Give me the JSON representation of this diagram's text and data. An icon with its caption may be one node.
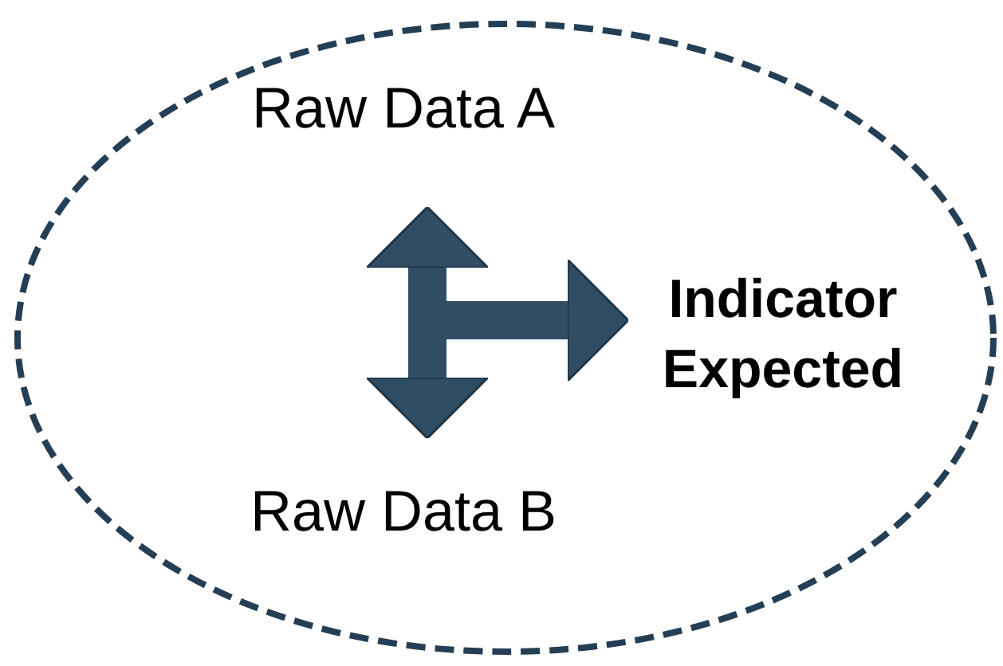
{
  "diagram": {
    "nodes": [
      {
        "text": [],
        "shape": "ellipse"
      },
      {
        "text": [
          "Raw Data A"
        ],
        "in": 0
      },
      {
        "text": [
          "Raw Data B"
        ],
        "in": 0
      },
      {
        "text": [
          "Indicator Expected"
        ],
        "in": 0
      }
    ],
    "edges": [
      {
        "from": 1,
        "to": 2,
        "arrow": "both"
      },
      {
        "from": null,
        "to": 3,
        "arrow": "to"
      }
    ]
  }
}
